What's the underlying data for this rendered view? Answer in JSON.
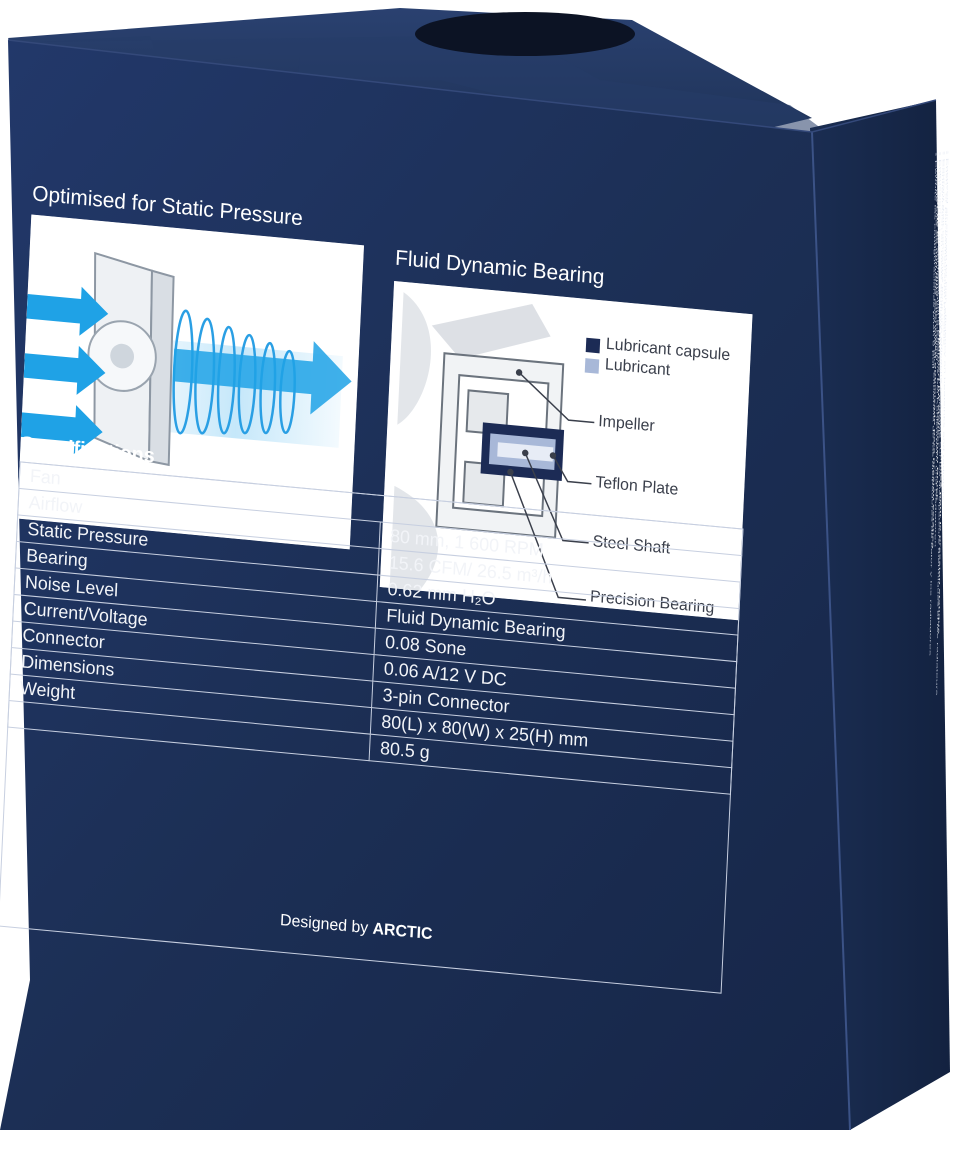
{
  "colors": {
    "box_front": "#1c2f55",
    "box_side": "#17284a",
    "box_top": "#1f3358",
    "panel_bg": "#ffffff",
    "arrow_blue": "#1fa2e6",
    "label_text": "#3a3f4b",
    "capsule_navy": "#1c2b55",
    "lubricant": "#a8b8d8"
  },
  "static_pressure_panel": {
    "title": "Optimised for Static Pressure"
  },
  "bearing_panel": {
    "title": "Fluid Dynamic Bearing",
    "legend": [
      {
        "label": "Lubricant capsule",
        "color": "#1c2b55"
      },
      {
        "label": "Lubricant",
        "color": "#a8b8d8"
      }
    ],
    "callouts": [
      "Impeller",
      "Teflon Plate",
      "Steel Shaft",
      "Precision Bearing"
    ]
  },
  "specifications": {
    "title": "Specifications",
    "header": "Fan",
    "rows": [
      {
        "label": "Airflow",
        "value": "80 mm, 1 600 RPM"
      },
      {
        "label": "Static Pressure",
        "value": "15.6 CFM/ 26.5 m³/h"
      },
      {
        "label": "Bearing",
        "value": "0.62 mm H₂O"
      },
      {
        "label": "Noise Level",
        "value": "Fluid Dynamic Bearing"
      },
      {
        "label": "Current/Voltage",
        "value": "0.08 Sone"
      },
      {
        "label": "Connector",
        "value": "0.06 A/12 V DC"
      },
      {
        "label": "Dimensions",
        "value": "3-pin Connector"
      },
      {
        "label": "Weight",
        "value": "80(L) x 80(W) x 25(H) mm"
      },
      {
        "label": "",
        "value": "80.5 g"
      }
    ]
  },
  "footer": {
    "prefix": "Designed by",
    "brand": "ARCTIC"
  },
  "side_panel": {
    "lines": [
      {
        "text": "Pressure-optimised Extra Quiet 80 mm Fan",
        "head": true
      },
      {
        "text": "• Focused air stream for high efficiency on heatsinks and radiators",
        "head": false
      },
      {
        "text": "• Push- or pull-configuration possible",
        "head": false
      },
      {
        "text": "Ventilateur de 80 mm, particulièrement silencieux, optimisé pour la pression statique",
        "head": true
      },
      {
        "text": "• Courant d'air concentré pour une efficacité renforcée sur les dissipateurs thermiques et les radiateurs",
        "head": false
      },
      {
        "text": "• Configuration en mode soufflant ou aspirant possible",
        "head": false
      },
      {
        "text": "Besonders leiser 80 mm Lüfter optimiert für statischen Druck",
        "head": true
      },
      {
        "text": "• Fokussierter Luftstrom für hohe Effizienz bei Kühlkörpern und Radiatoren",
        "head": false
      },
      {
        "text": "• Push- oder Pull-Konfiguration möglich",
        "head": false
      },
      {
        "text": "Ventilador de 80 mm muy silencioso optimizado para presión estática",
        "head": true
      },
      {
        "text": "• Flujo de aire concentrado para una alta eficiencia de los disipadores de calor y los radiadores",
        "head": false
      },
      {
        "text": "• Permite las configuraciones push o pull",
        "head": false
      }
    ]
  }
}
